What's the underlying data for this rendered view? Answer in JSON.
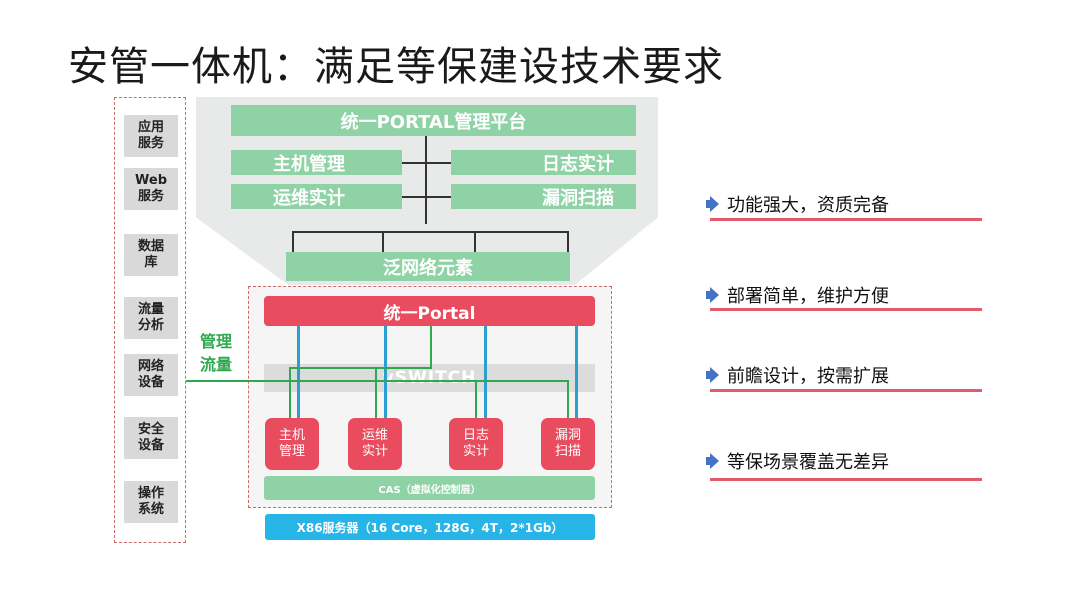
{
  "title": "安管一体机：满足等保建设技术要求",
  "left_stack": [
    "应用服务",
    "Web服务",
    "数据库",
    "流量分析",
    "网络设备",
    "安全设备",
    "操作系统"
  ],
  "management": {
    "platform": "统一PORTAL管理平台",
    "host_mgmt": "主机管理",
    "log_audit": "日志实计",
    "ops_audit": "运维实计",
    "vuln_scan": "漏洞扫描",
    "pan_network": "泛网络元素"
  },
  "inner": {
    "portal": "统一Portal",
    "vswitch": "vSWITCH",
    "modules": [
      "主机管理",
      "运维实计",
      "日志实计",
      "漏洞扫描"
    ],
    "cas": "CAS（虚拟化控制层）",
    "x86": "X86服务器（16 Core，128G，4T，2*1Gb）"
  },
  "mgmt_traffic_label": "管理流量",
  "features": [
    "功能强大，资质完备",
    "部署简单，维护方便",
    "前瞻设计，按需扩展",
    "等保场景覆盖无差异"
  ],
  "colors": {
    "green_box": "#8fd2a6",
    "red_box": "#e84c5e",
    "blue_bar": "#26b5e6",
    "traffic_green": "#2fa84f",
    "feature_underline": "#e35b6a",
    "arrow": "#4472c4"
  }
}
